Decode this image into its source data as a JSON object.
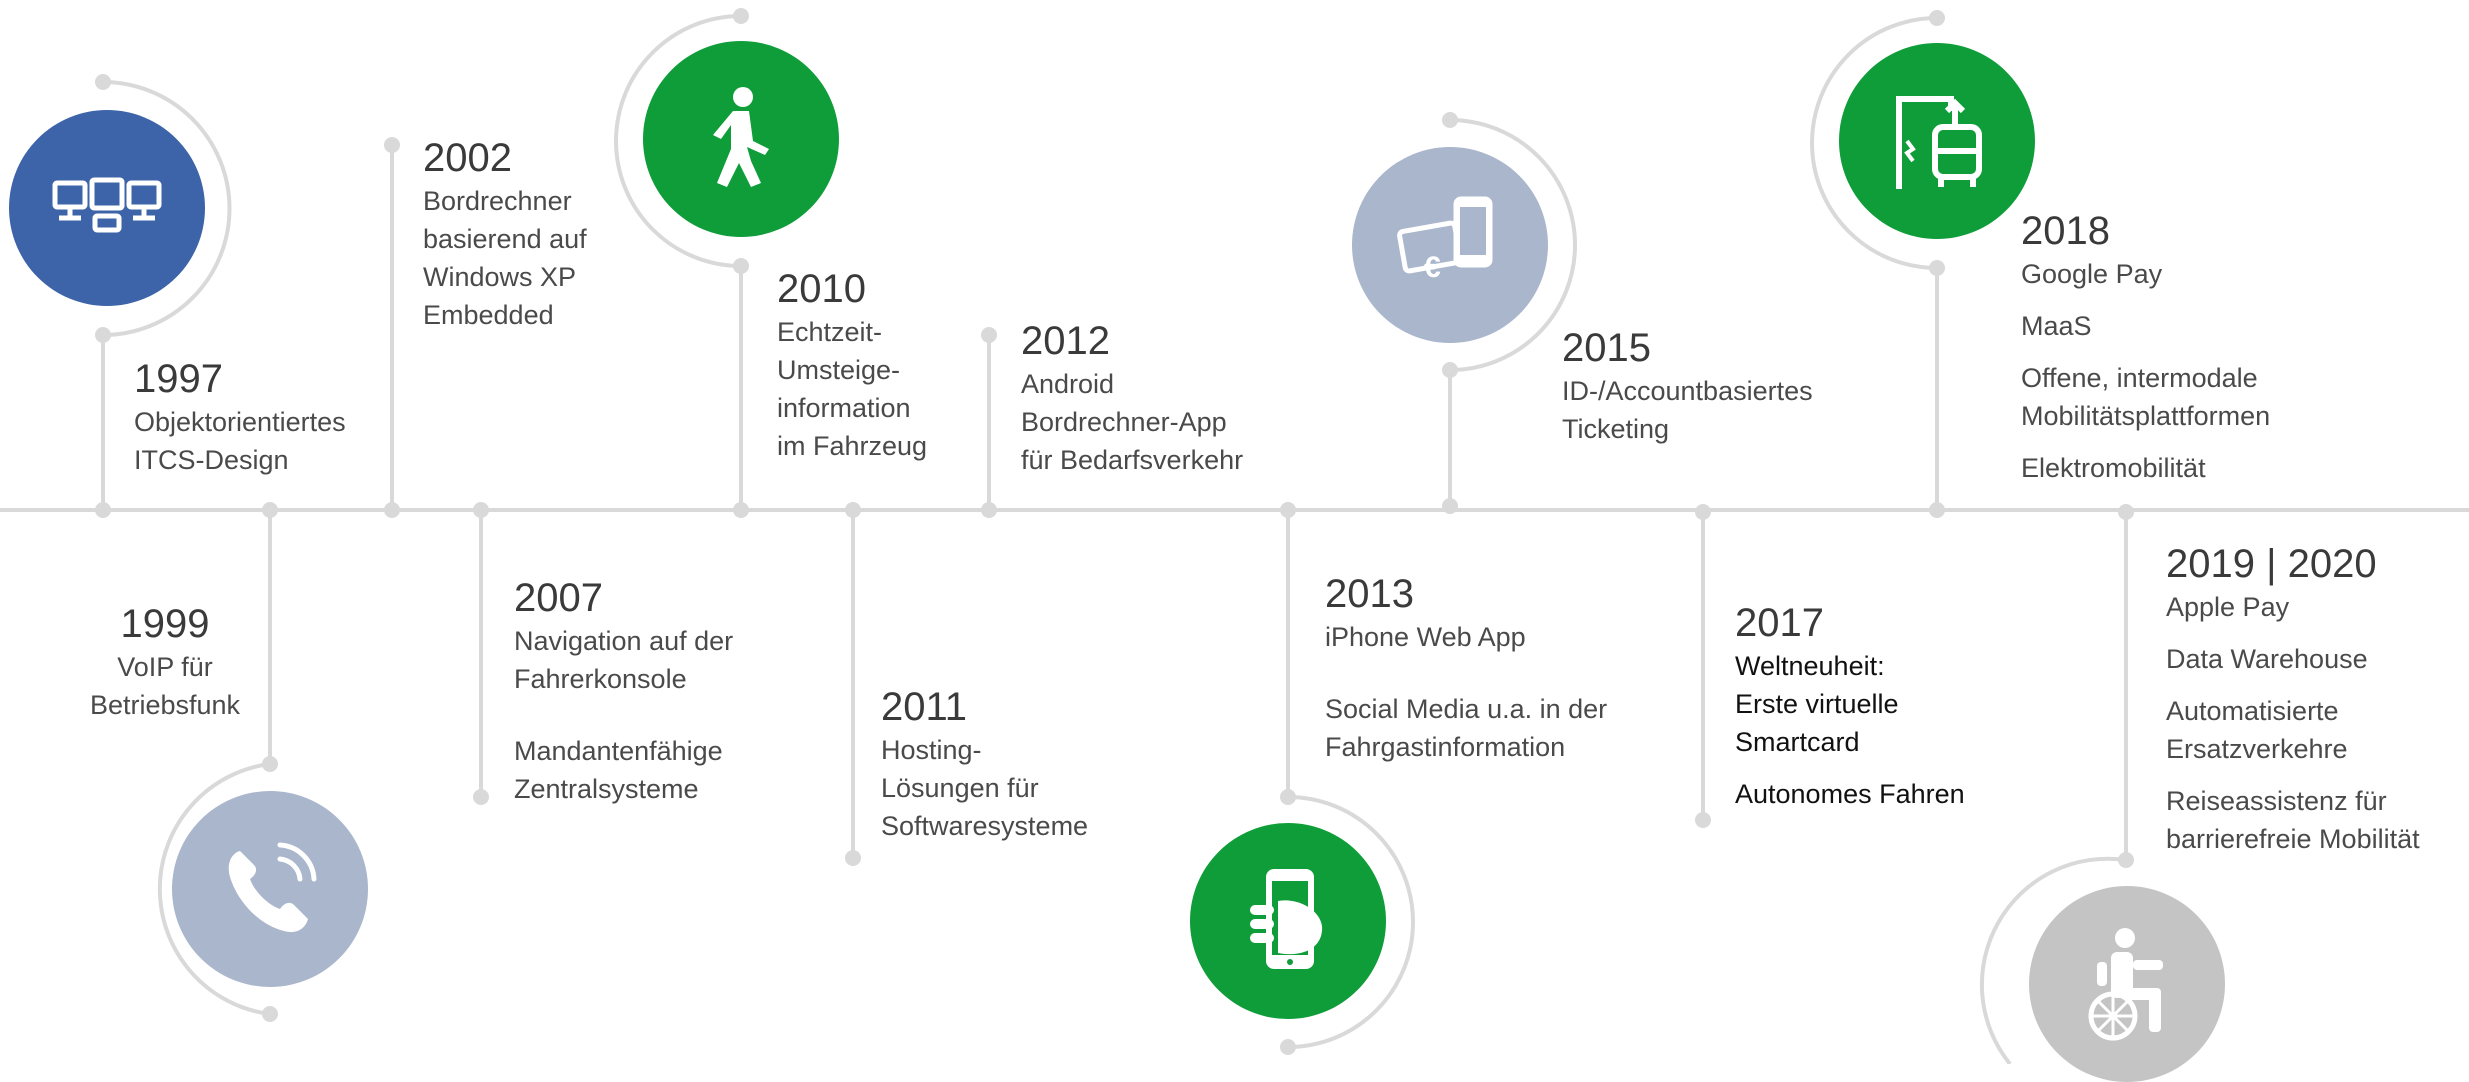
{
  "colors": {
    "line": "#d9d9d9",
    "blue": "#3d64a8",
    "green": "#0f9d3a",
    "grey_blue": "#a9b6cc",
    "grey": "#c4c4c4"
  },
  "milestones": {
    "y1997": {
      "year": "1997",
      "items": [
        "Objektorientiertes\nITCS-Design"
      ],
      "icon": "monitors-icon"
    },
    "y1999": {
      "year": "1999",
      "items": [
        "VoIP für\nBetriebsfunk"
      ],
      "icon": "phone-icon"
    },
    "y2002": {
      "year": "2002",
      "items": [
        "Bordrechner\nbasierend auf\nWindows XP\nEmbedded"
      ]
    },
    "y2007": {
      "year": "2007",
      "items": [
        "Navigation auf der\nFahrerkonsole",
        "Mandantenfähige\nZentralsysteme"
      ]
    },
    "y2010": {
      "year": "2010",
      "items": [
        "Echtzeit-\nUmsteige-\ninformation\nim Fahrzeug"
      ],
      "icon": "walking-person-icon"
    },
    "y2011": {
      "year": "2011",
      "items": [
        "Hosting-\nLösungen für\nSoftwaresysteme"
      ]
    },
    "y2012": {
      "year": "2012",
      "items": [
        "Android\nBordrechner-App\nfür Bedarfsverkehr"
      ]
    },
    "y2013": {
      "year": "2013",
      "items": [
        "iPhone Web App",
        "Social Media u.a. in der\nFahrgastinformation"
      ],
      "icon": "smartphone-hand-icon"
    },
    "y2015": {
      "year": "2015",
      "items": [
        "ID-/Accountbasiertes\nTicketing"
      ],
      "icon": "card-euro-phone-icon"
    },
    "y2017": {
      "year": "2017",
      "items": [
        "Weltneuheit:\nErste virtuelle\nSmartcard",
        "Autonomes Fahren"
      ]
    },
    "y2018": {
      "year": "2018",
      "items": [
        "Google Pay",
        "MaaS",
        "Offene, intermodale\nMobilitätsplattformen",
        "Elektromobilität"
      ],
      "icon": "charging-bus-icon"
    },
    "y2019": {
      "year": "2019 | 2020",
      "items": [
        "Apple Pay",
        "Data Warehouse",
        "Automatisierte\nErsatzverkehre",
        "Reiseassistenz für\nbarrierefreie Mobilität"
      ],
      "icon": "wheelchair-icon"
    }
  }
}
